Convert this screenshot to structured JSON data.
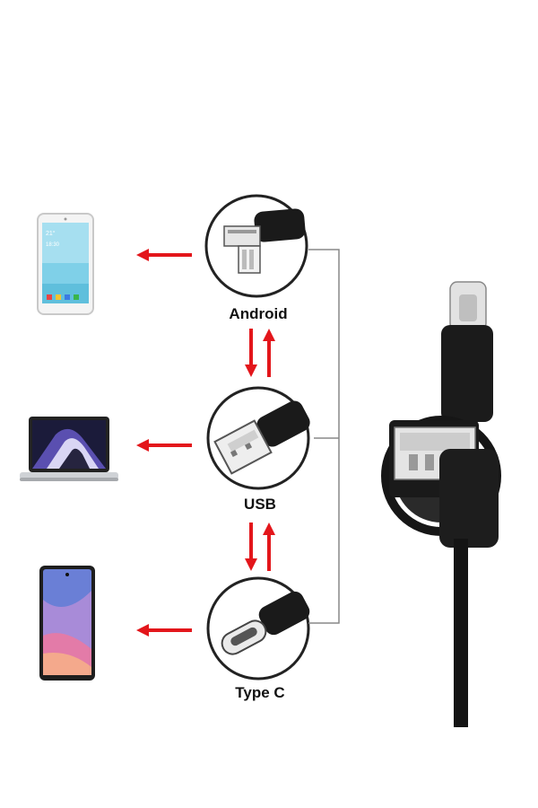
{
  "labels": {
    "android": "Android",
    "usb": "USB",
    "type_c": "Type C"
  },
  "colors": {
    "arrow": "#e3161b",
    "connector": "#1a1a1a",
    "bracket": "#888888"
  }
}
